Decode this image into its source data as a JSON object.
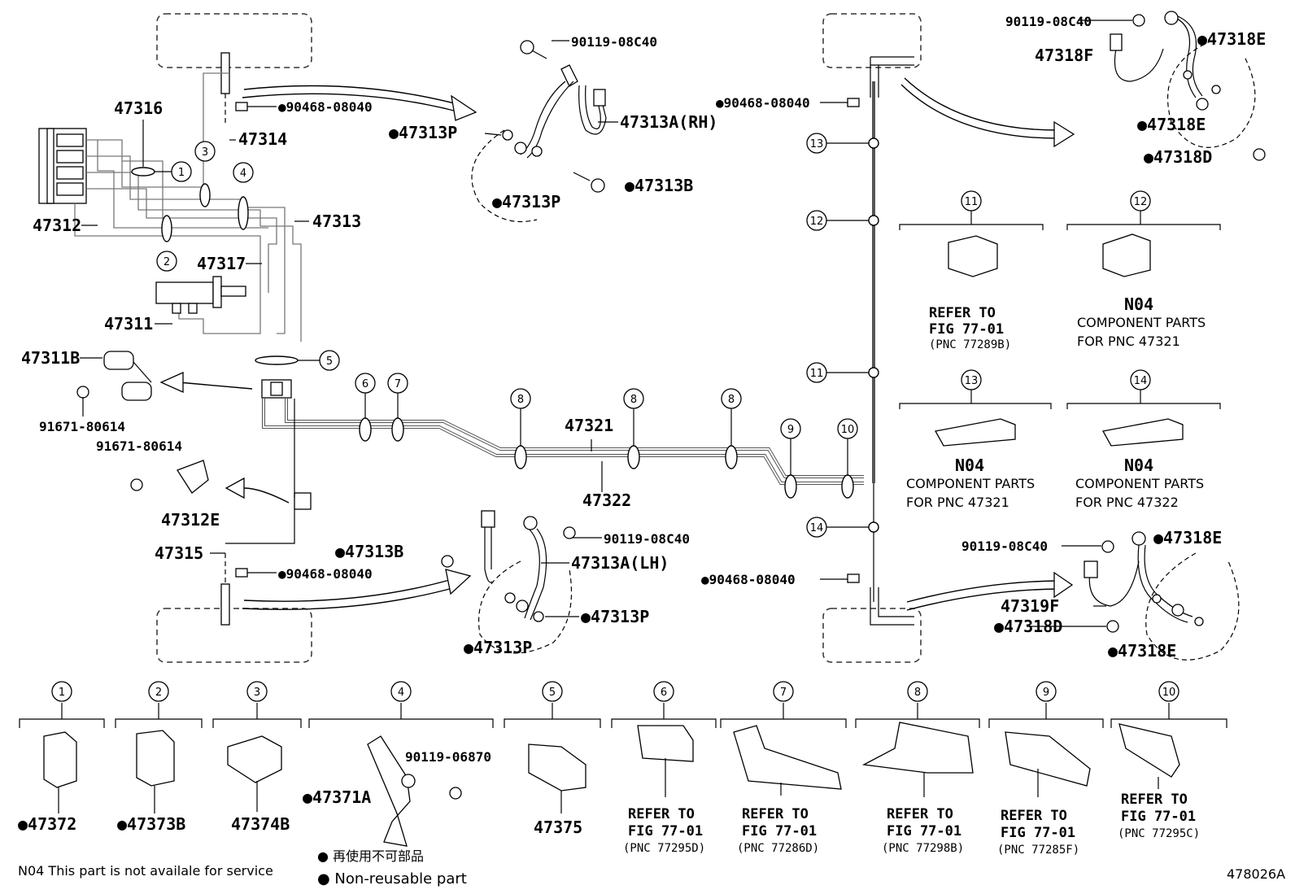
{
  "labels": {
    "p90119_top": "90119-08C40",
    "p47313a_rh": "47313A(RH)",
    "p47313p_a": "●47313P",
    "p47313p_b": "●47313P",
    "p47313b_top": "●47313B",
    "p47316": "47316",
    "p90468_tl": "●90468-08040",
    "p47314": "47314",
    "p47312": "47312",
    "p47313": "47313",
    "p47317": "47317",
    "p47311": "47311",
    "p47311b": "47311B",
    "p91671_a": "91671-80614",
    "p91671_b": "91671-80614",
    "p47312e": "47312E",
    "p47321": "47321",
    "p47322": "47322",
    "p47315": "47315",
    "p90468_bl": "●90468-08040",
    "p47313b_bot": "●47313B",
    "p90119_mid": "90119-08C40",
    "p47313a_lh": "47313A(LH)",
    "p47313p_c": "●47313P",
    "p47313p_d": "●47313P",
    "p90468_tr": "●90468-08040",
    "p90468_br": "●90468-08040",
    "p90119_tr": "90119-08C40",
    "p47318f": "47318F",
    "p47318e_a": "●47318E",
    "p47318e_b": "●47318E",
    "p47318d_a": "●47318D",
    "p90119_br": "90119-08C40",
    "p47318e_c": "●47318E",
    "p47319f": "47319F",
    "p47318d_b": "●47318D",
    "p47318e_d": "●47318E"
  },
  "circled_numbers": [
    "1",
    "2",
    "3",
    "4",
    "5",
    "6",
    "7",
    "8",
    "9",
    "10",
    "11",
    "12",
    "13",
    "14"
  ],
  "clamp_details_right": {
    "c11": {
      "refer": "REFER TO",
      "fig": "FIG 77-01",
      "pnc": "(PNC 77289B)"
    },
    "c12": {
      "n04": "N04",
      "line1": "COMPONENT PARTS",
      "line2": "FOR PNC 47321"
    },
    "c13": {
      "n04": "N04",
      "line1": "COMPONENT PARTS",
      "line2": "FOR PNC 47321"
    },
    "c14": {
      "n04": "N04",
      "line1": "COMPONENT PARTS",
      "line2": "FOR PNC 47322"
    }
  },
  "clamp_details_bottom": {
    "c1": "●47372",
    "c2": "●47373B",
    "c3": "47374B",
    "c4_bolt": "90119-06870",
    "c4_part": "●47371A",
    "c5": "47375",
    "c6": {
      "refer": "REFER TO",
      "fig": "FIG 77-01",
      "pnc": "(PNC 77295D)"
    },
    "c7": {
      "refer": "REFER TO",
      "fig": "FIG 77-01",
      "pnc": "(PNC 77286D)"
    },
    "c8": {
      "refer": "REFER TO",
      "fig": "FIG 77-01",
      "pnc": "(PNC 77298B)"
    },
    "c9": {
      "refer": "REFER TO",
      "fig": "FIG 77-01",
      "pnc": "(PNC 77285F)"
    },
    "c10": {
      "refer": "REFER TO",
      "fig": "FIG 77-01",
      "pnc": "(PNC 77295C)"
    }
  },
  "legend": {
    "jp": "● 再使用不可部品",
    "en": "● Non-reusable part",
    "n04_note": "N04  This part is not availale for service"
  },
  "figure_id": "478026A"
}
